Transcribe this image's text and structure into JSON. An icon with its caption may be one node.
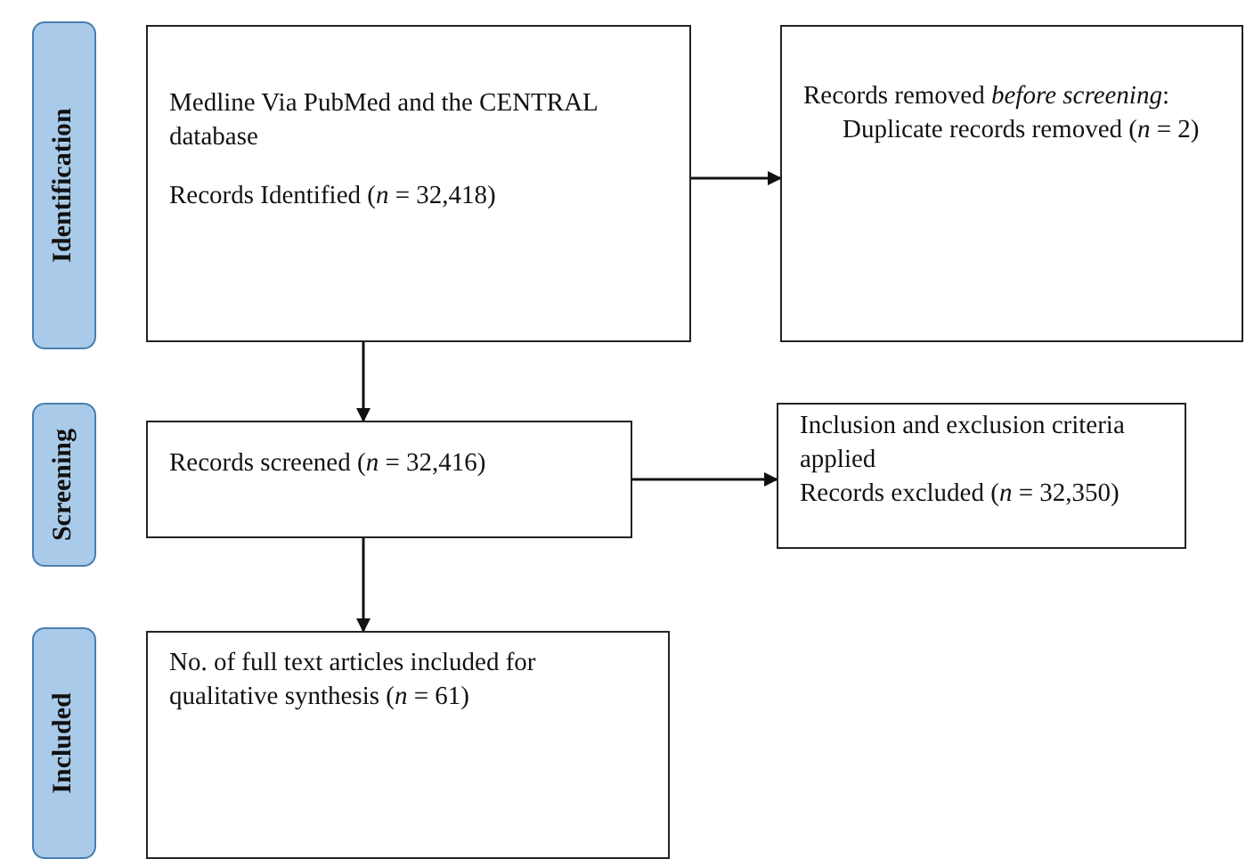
{
  "diagram": {
    "nodes": [
      {
        "text": [
          "Identification"
        ]
      },
      {
        "text": [
          "Medline Via PubMed and the CENTRAL database",
          "Records Identified (*n* = 32,418)"
        ]
      },
      {
        "text": [
          "Records removed *before screening*:",
          "Duplicate records removed  (*n* = 2)"
        ]
      },
      {
        "text": [
          "Screening"
        ]
      },
      {
        "text": [
          "Records screened (*n* = 32,416)"
        ]
      },
      {
        "text": [
          "Inclusion and exclusion criteria applied",
          "Records excluded (*n* = 32,350)"
        ]
      },
      {
        "text": [
          "Included"
        ]
      },
      {
        "text": [
          "No. of full text articles included for qualitative synthesis (*n* = 61)"
        ]
      }
    ],
    "edges": [
      {
        "from": 1,
        "to": 2,
        "arrow": "to"
      },
      {
        "from": 1,
        "to": 4,
        "arrow": "to"
      },
      {
        "from": 4,
        "to": 5,
        "arrow": "to"
      },
      {
        "from": 4,
        "to": 7,
        "arrow": "to"
      }
    ]
  }
}
